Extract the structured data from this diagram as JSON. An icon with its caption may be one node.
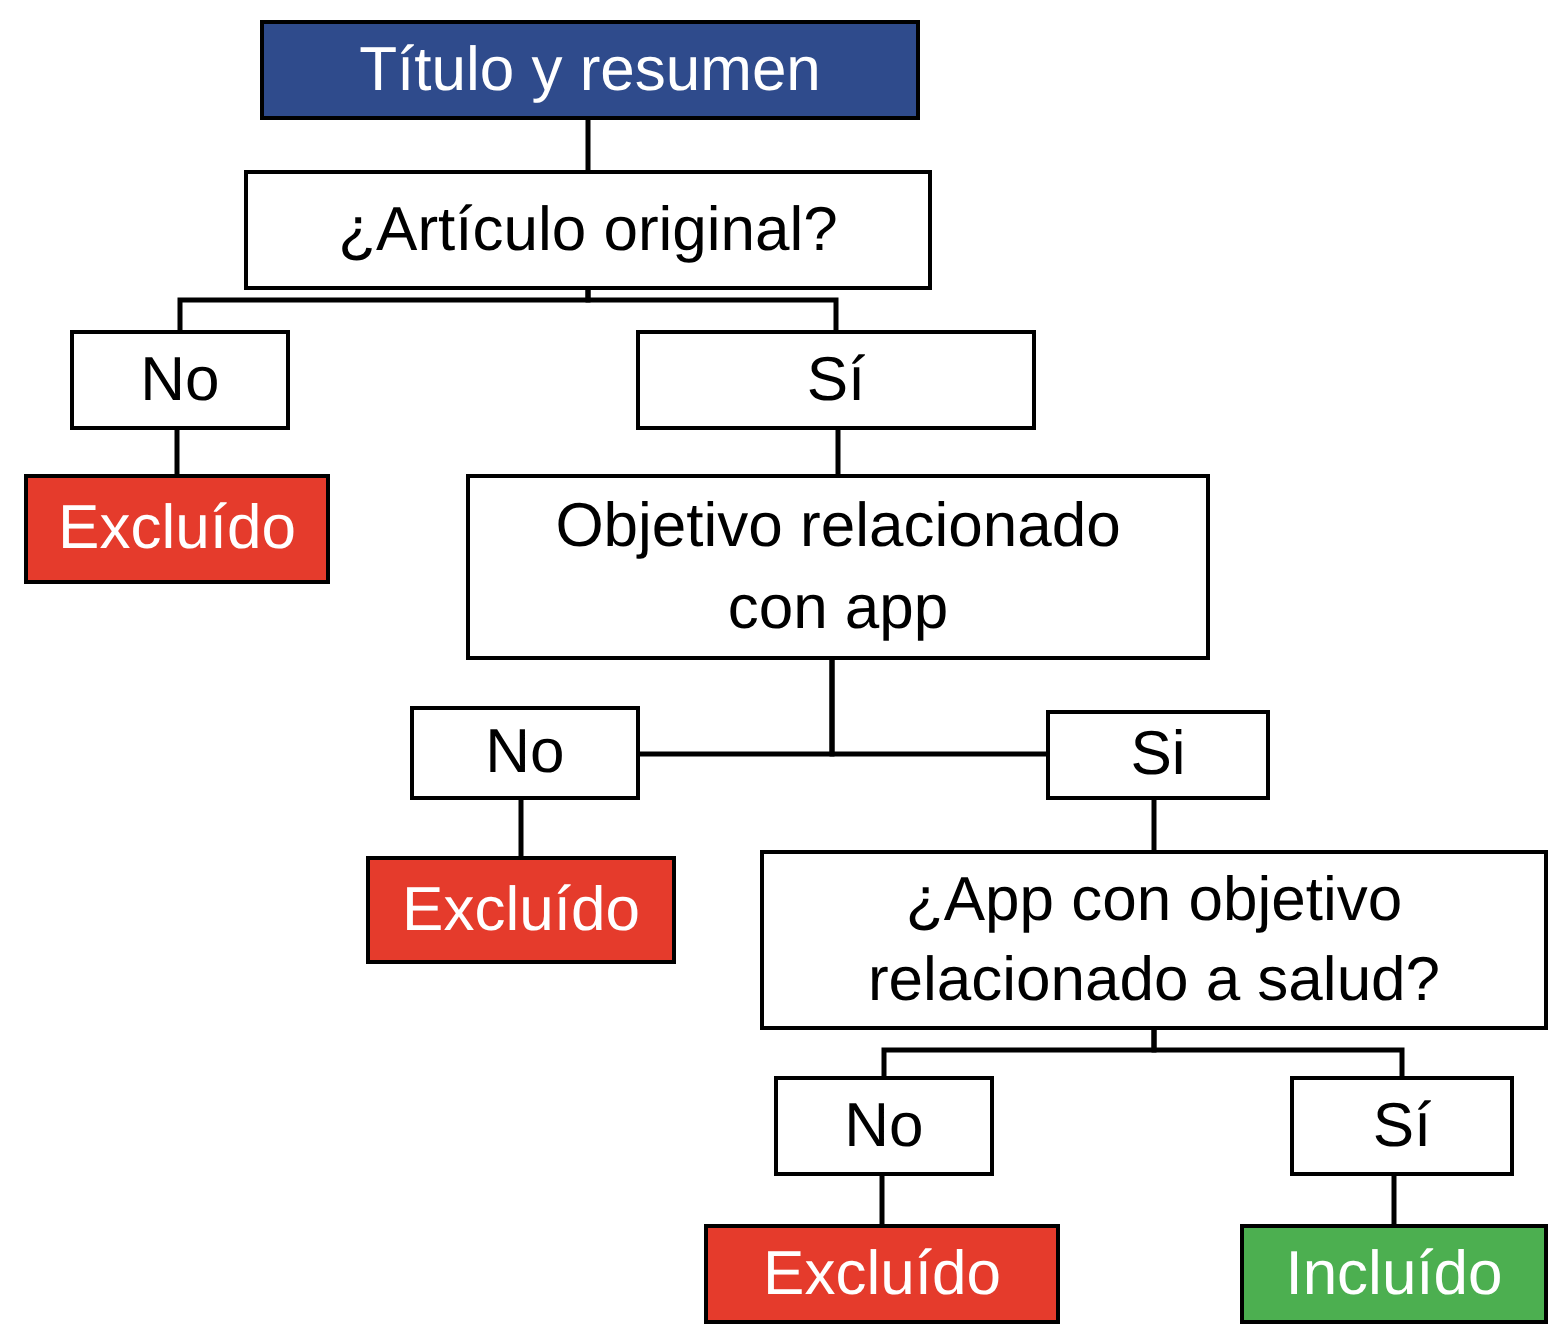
{
  "diagram": {
    "nodes": [
      {
        "text": [
          "Título y resumen"
        ]
      },
      {
        "text": [
          "¿Artículo original?"
        ]
      },
      {
        "text": [
          "No"
        ]
      },
      {
        "text": [
          "Sí"
        ]
      },
      {
        "text": [
          "Excluído"
        ]
      },
      {
        "text": [
          "Objetivo relacionado con app"
        ]
      },
      {
        "text": [
          "No"
        ]
      },
      {
        "text": [
          "Si"
        ]
      },
      {
        "text": [
          "Excluído"
        ]
      },
      {
        "text": [
          "¿App con objetivo relacionado a salud?"
        ]
      },
      {
        "text": [
          "No"
        ]
      },
      {
        "text": [
          "Sí"
        ]
      },
      {
        "text": [
          "Excluído"
        ]
      },
      {
        "text": [
          "Incluído"
        ]
      }
    ],
    "edges": [
      {
        "from": 0,
        "to": 1,
        "arrow": "none"
      },
      {
        "from": 1,
        "to": 2,
        "arrow": "none"
      },
      {
        "from": 1,
        "to": 3,
        "arrow": "none"
      },
      {
        "from": 2,
        "to": 4,
        "arrow": "none"
      },
      {
        "from": 3,
        "to": 5,
        "arrow": "none"
      },
      {
        "from": 5,
        "to": 6,
        "arrow": "none"
      },
      {
        "from": 5,
        "to": 7,
        "arrow": "none"
      },
      {
        "from": 6,
        "to": 8,
        "arrow": "none"
      },
      {
        "from": 7,
        "to": 9,
        "arrow": "none"
      },
      {
        "from": 9,
        "to": 10,
        "arrow": "none"
      },
      {
        "from": 9,
        "to": 11,
        "arrow": "none"
      },
      {
        "from": 10,
        "to": 12,
        "arrow": "none"
      },
      {
        "from": 11,
        "to": 13,
        "arrow": "none"
      }
    ]
  }
}
